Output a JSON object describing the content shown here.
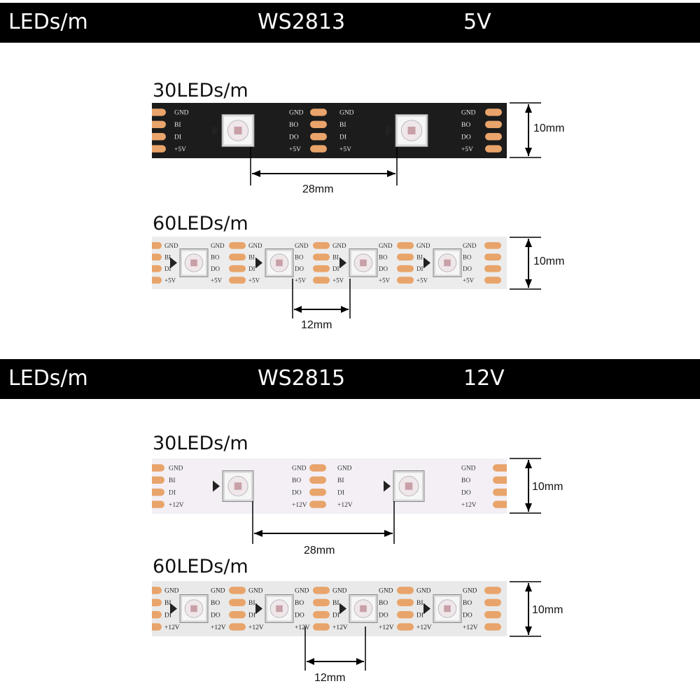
{
  "sections": [
    {
      "header": {
        "col1": "LEDs/m",
        "col2": "WS2813",
        "col3": "5V"
      },
      "strips": [
        {
          "label": "30LEDs/m",
          "board_color": "#1c1c1c",
          "trace_color": "#e8e8e8",
          "pad_labels": {
            "gnd": "GND",
            "in": "DI",
            "out": "DO",
            "bin": "BI",
            "bout": "BO",
            "vcc": "+5V"
          },
          "width_label": "10mm",
          "spacing_label": "28mm"
        },
        {
          "label": "60LEDs/m",
          "board_color": "#ececec",
          "trace_color": "#333333",
          "pad_labels": {
            "gnd": "GND",
            "in": "DI",
            "out": "DO",
            "bin": "BI",
            "bout": "BO",
            "vcc": "+5V"
          },
          "width_label": "10mm",
          "spacing_label": "12mm"
        }
      ]
    },
    {
      "header": {
        "col1": "LEDs/m",
        "col2": "WS2815",
        "col3": "12V"
      },
      "strips": [
        {
          "label": "30LEDs/m",
          "board_color": "#f3eff5",
          "trace_color": "#333333",
          "pad_labels": {
            "gnd": "GND",
            "in": "DI",
            "out": "DO",
            "bin": "BI",
            "bout": "BO",
            "vcc": "+12V"
          },
          "width_label": "10mm",
          "spacing_label": "28mm"
        },
        {
          "label": "60LEDs/m",
          "board_color": "#e9e9e9",
          "trace_color": "#222222",
          "pad_labels": {
            "gnd": "GND",
            "in": "DI",
            "out": "DO",
            "bin": "BI",
            "bout": "BO",
            "vcc": "+12V"
          },
          "width_label": "10mm",
          "spacing_label": "12mm"
        }
      ]
    }
  ],
  "colors": {
    "pad": "#e8a46a",
    "led_body": "#f6f6f6",
    "led_die": "#c8a0a8"
  }
}
